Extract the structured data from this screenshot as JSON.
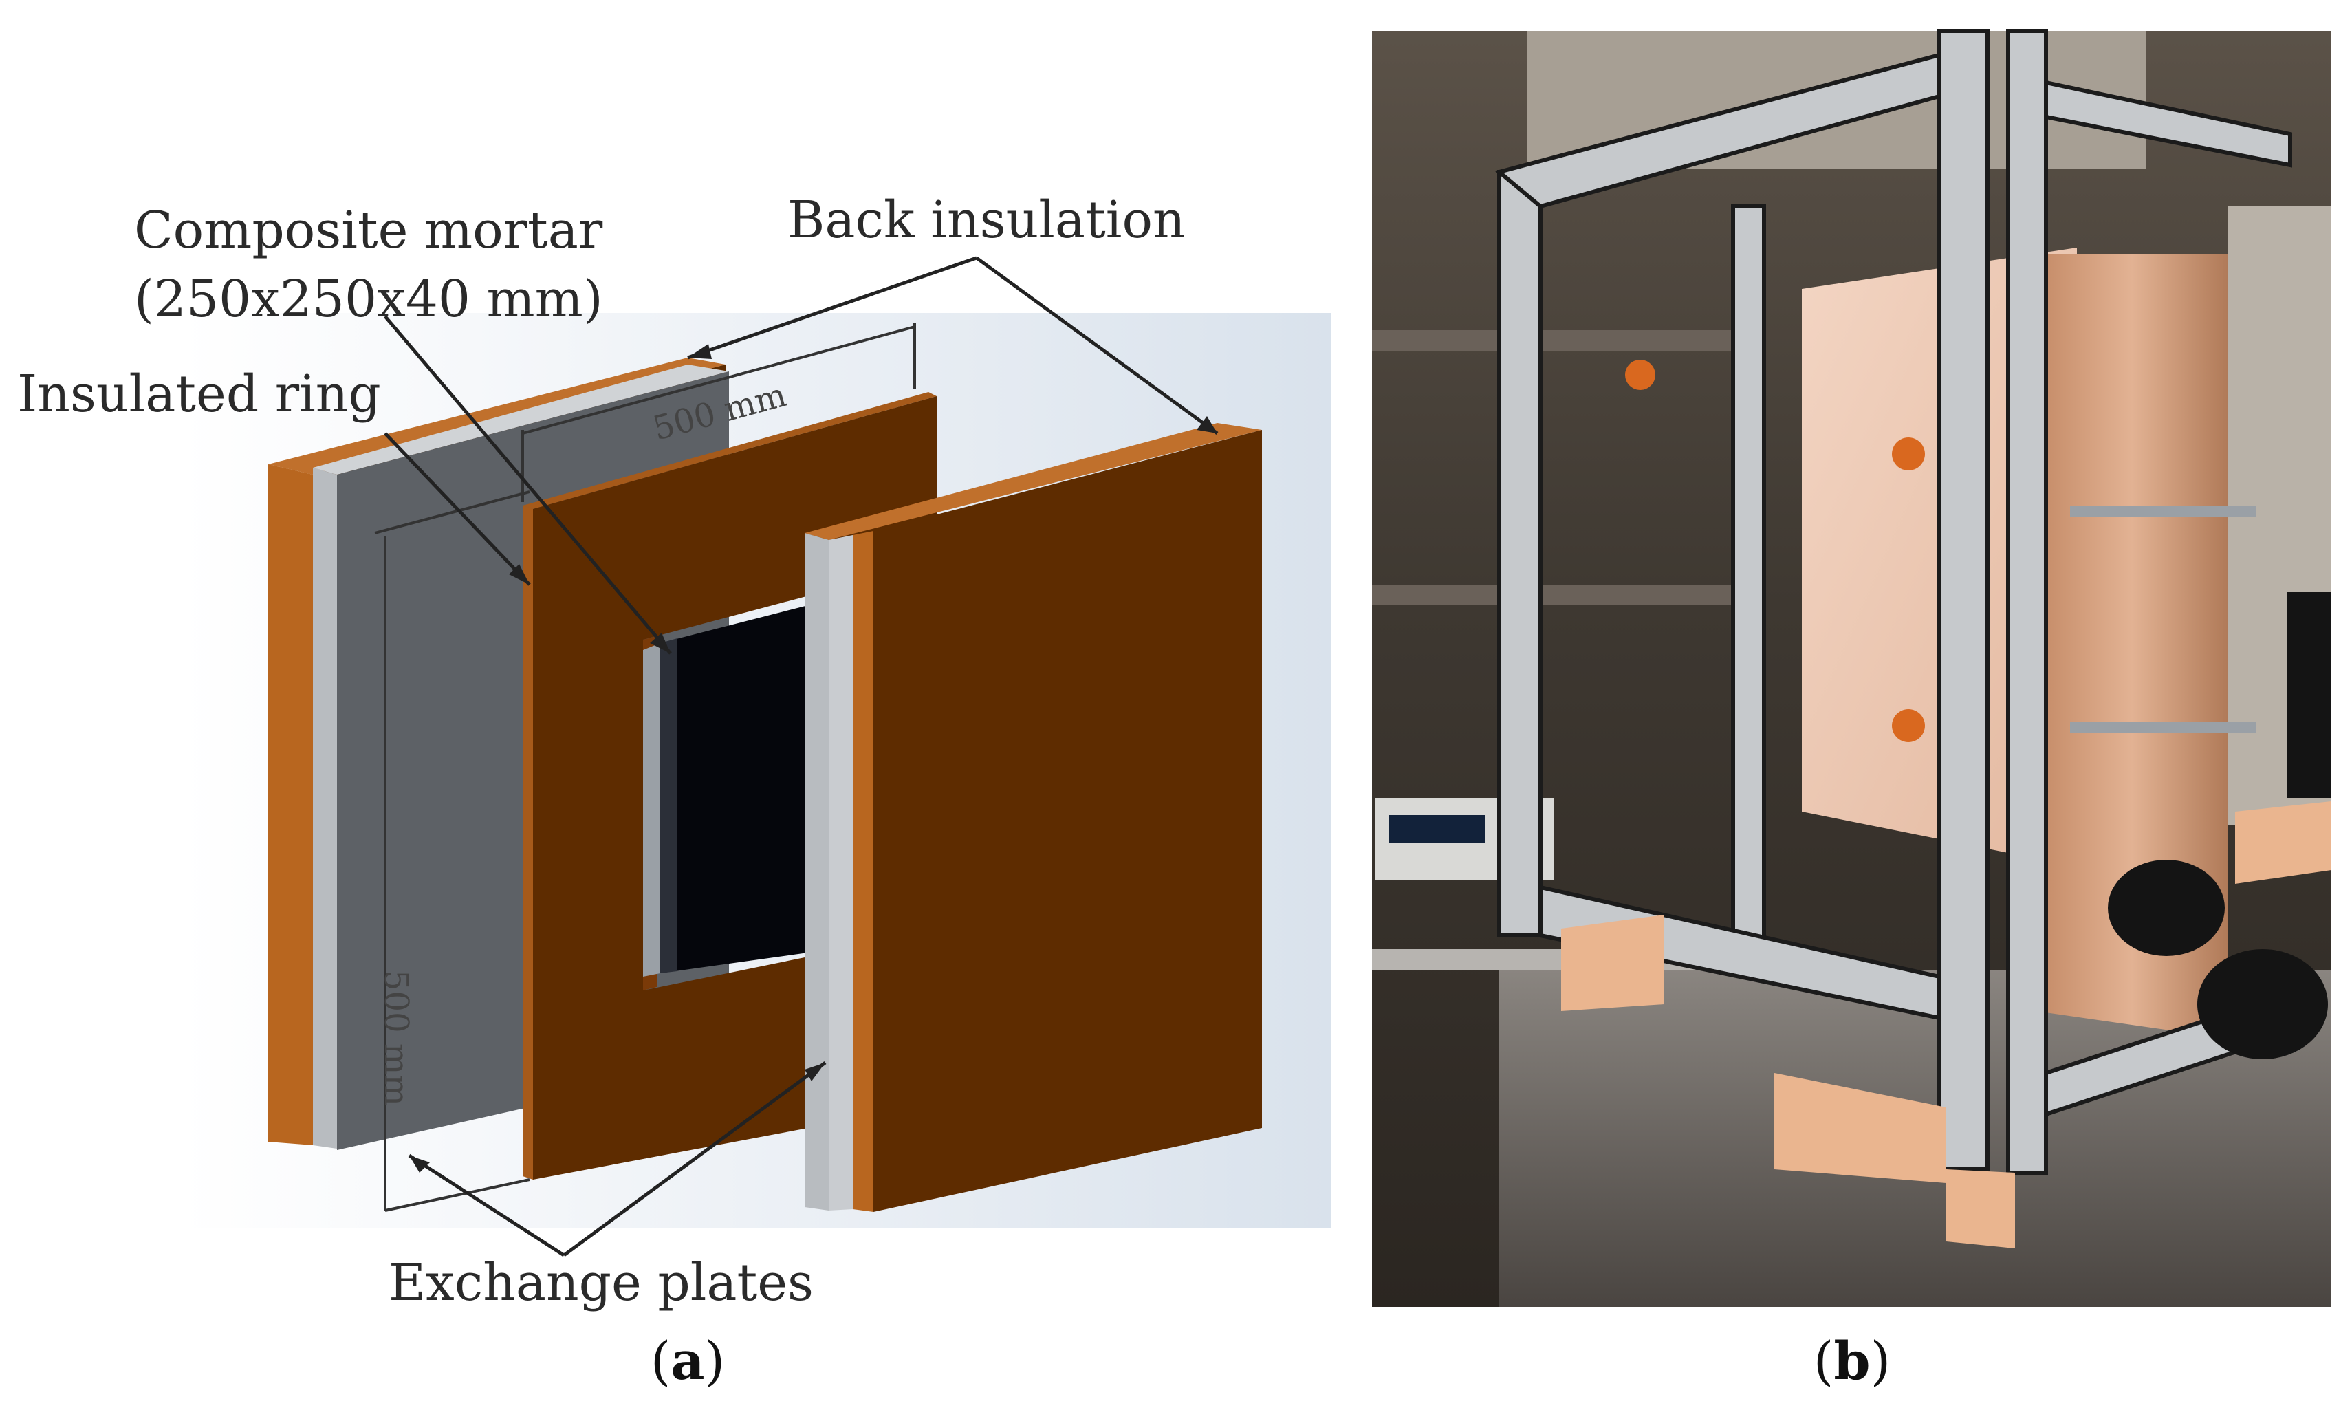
{
  "figure": {
    "panel_a": {
      "labels": {
        "composite_mortar_line1": "Composite mortar",
        "composite_mortar_line2": "(250x250x40 mm)",
        "back_insulation": "Back insulation",
        "insulated_ring": "Insulated ring",
        "exchange_plates": "Exchange plates",
        "dim_width": "500 mm",
        "dim_height": "500 mm"
      },
      "caption_open": "(",
      "caption_letter": "a",
      "caption_close": ")"
    },
    "panel_b": {
      "caption_open": "(",
      "caption_letter": "b",
      "caption_close": ")"
    },
    "colors": {
      "insulation_brown": "#5e2c00",
      "insulation_edge": "#b8661f",
      "plate_grey": "#5d6166",
      "plate_edge": "#b8bcc0",
      "mortar_black": "#05060c",
      "frame_aluminium": "#c6c9cc"
    }
  }
}
